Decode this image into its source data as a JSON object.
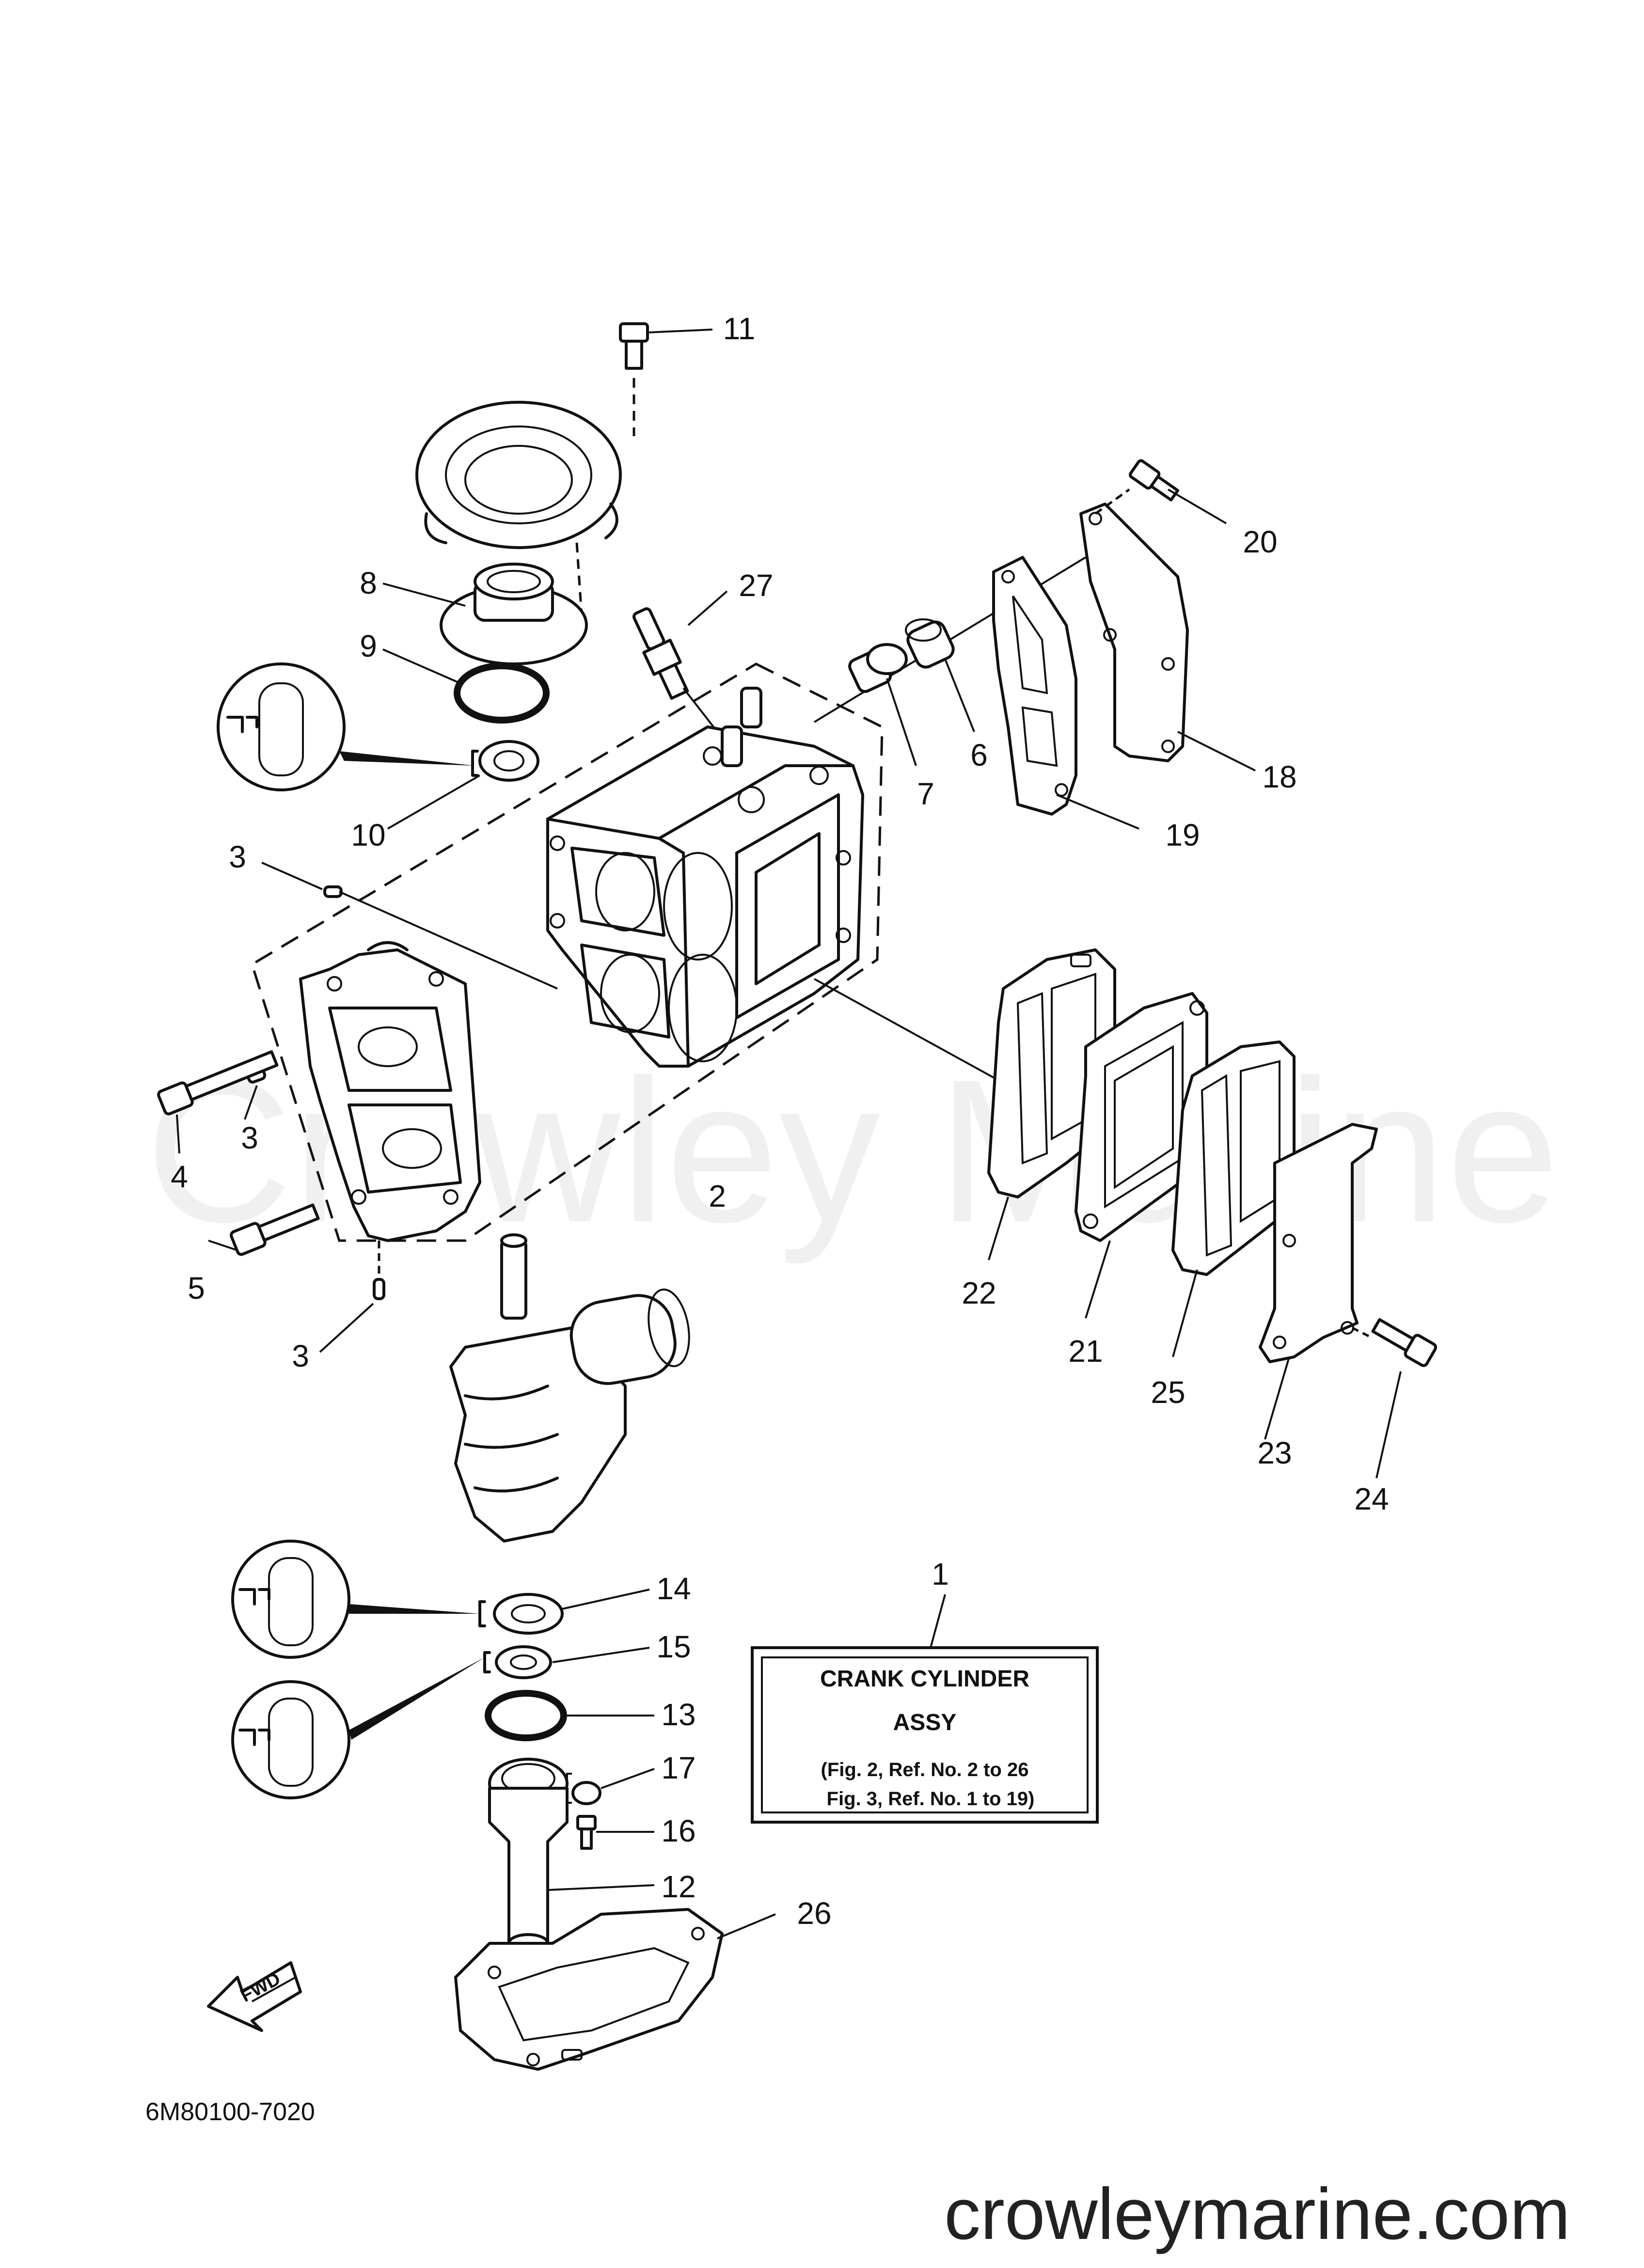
{
  "callouts": [
    {
      "id": "1",
      "text": "1"
    },
    {
      "id": "2",
      "text": "2"
    },
    {
      "id": "3a",
      "text": "3"
    },
    {
      "id": "3b",
      "text": "3"
    },
    {
      "id": "3c",
      "text": "3"
    },
    {
      "id": "4",
      "text": "4"
    },
    {
      "id": "5",
      "text": "5"
    },
    {
      "id": "6",
      "text": "6"
    },
    {
      "id": "7",
      "text": "7"
    },
    {
      "id": "8",
      "text": "8"
    },
    {
      "id": "9",
      "text": "9"
    },
    {
      "id": "10",
      "text": "10"
    },
    {
      "id": "11",
      "text": "11"
    },
    {
      "id": "12",
      "text": "12"
    },
    {
      "id": "13",
      "text": "13"
    },
    {
      "id": "14",
      "text": "14"
    },
    {
      "id": "15",
      "text": "15"
    },
    {
      "id": "16",
      "text": "16"
    },
    {
      "id": "17",
      "text": "17"
    },
    {
      "id": "18",
      "text": "18"
    },
    {
      "id": "19",
      "text": "19"
    },
    {
      "id": "20",
      "text": "20"
    },
    {
      "id": "21",
      "text": "21"
    },
    {
      "id": "22",
      "text": "22"
    },
    {
      "id": "23",
      "text": "23"
    },
    {
      "id": "24",
      "text": "24"
    },
    {
      "id": "25",
      "text": "25"
    },
    {
      "id": "26",
      "text": "26"
    },
    {
      "id": "27",
      "text": "27"
    }
  ],
  "assy_box": {
    "line1": "CRANK CYLINDER",
    "line2": "ASSY",
    "line3": "(Fig. 2, Ref. No. 2 to 26",
    "line4": "Fig. 3, Ref. No. 1 to 19)"
  },
  "fwd_label": "FWD",
  "diagram_code": "6M80100-7020",
  "watermark": "Crowley Marine",
  "site": "crowleymarine.com"
}
